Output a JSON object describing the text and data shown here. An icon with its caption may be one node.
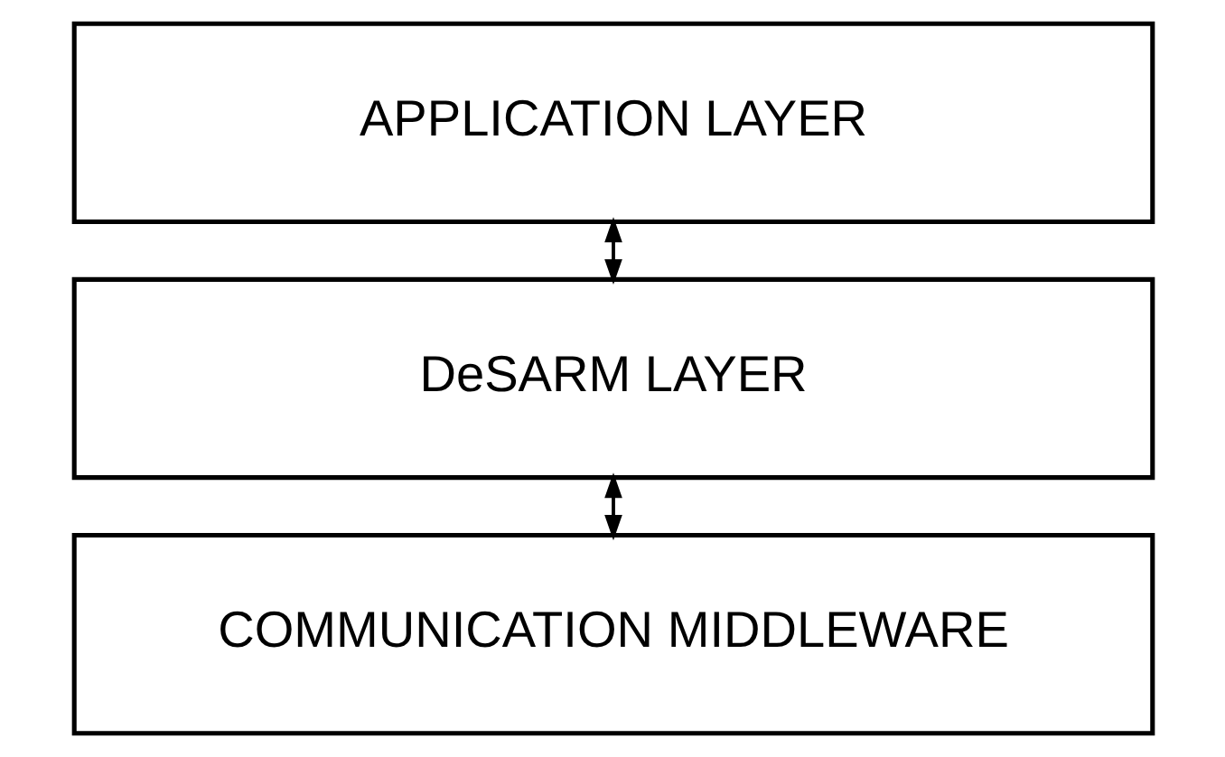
{
  "diagram": {
    "nodes": [
      {
        "text": [
          "APPLICATION LAYER"
        ]
      },
      {
        "text": [
          "DeSARM LAYER"
        ]
      },
      {
        "text": [
          "COMMUNICATION MIDDLEWARE"
        ]
      }
    ],
    "edges": [
      {
        "from": 0,
        "to": 1,
        "arrow": "both"
      },
      {
        "from": 1,
        "to": 2,
        "arrow": "both"
      }
    ]
  }
}
